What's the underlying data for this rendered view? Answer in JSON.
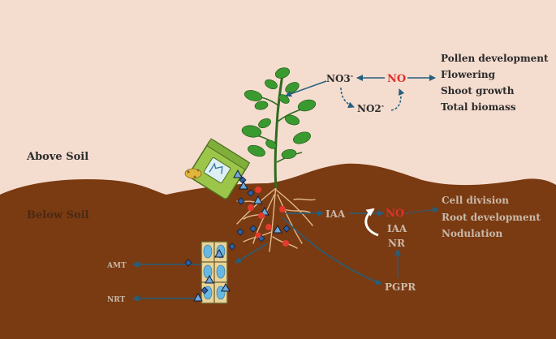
{
  "regions": {
    "above": "Above Soil",
    "below": "Below Soil"
  },
  "above_pathway": {
    "nitrate": "NO3",
    "nitrate_charge": "-",
    "nitrite": "NO2",
    "nitrite_charge": "-",
    "nitric_oxide": "NO",
    "effects": [
      "Pollen development",
      "Flowering",
      "Shoot growth",
      "Total biomass"
    ]
  },
  "below_pathway": {
    "auxin": "IAA",
    "nitric_oxide": "NO",
    "stack": [
      "IAA",
      "NR"
    ],
    "bacteria": "PGPR",
    "effects": [
      "Cell division",
      "Root development",
      "Nodulation"
    ],
    "transporters": [
      "AMT",
      "NRT"
    ]
  },
  "colors": {
    "sky": "#f4dccf",
    "soil": "#7a3a12",
    "arrow": "#24607e",
    "no_red": "#e0302b",
    "plant": "#2f8a2a"
  }
}
